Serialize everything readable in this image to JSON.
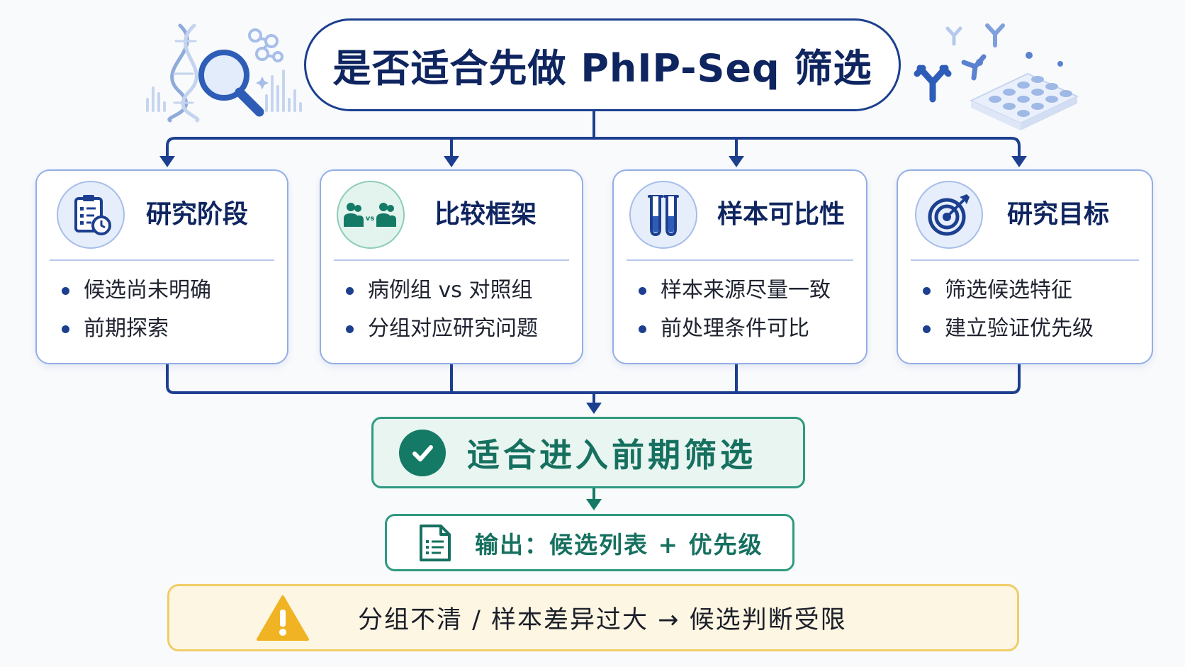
{
  "title": "是否适合先做 PhIP-Seq 筛选",
  "decoration_icons": {
    "left": [
      "dna-icon",
      "magnifier-icon",
      "molecule-icon",
      "bar-signal-icon"
    ],
    "right": [
      "antibody-icon",
      "microarray-plate-icon"
    ]
  },
  "cards": [
    {
      "title": "研究阶段",
      "icon": "clipboard-clock-icon",
      "bullets": [
        "候选尚未明确",
        "前期探索"
      ]
    },
    {
      "title": "比较框架",
      "icon": "groups-vs-icon",
      "vs_label": "vs",
      "bullets": [
        "病例组 vs 对照组",
        "分组对应研究问题"
      ]
    },
    {
      "title": "样本可比性",
      "icon": "test-tubes-icon",
      "bullets": [
        "样本来源尽量一致",
        "前处理条件可比"
      ]
    },
    {
      "title": "研究目标",
      "icon": "target-icon",
      "bullets": [
        "筛选候选特征",
        "建立验证优先级"
      ]
    }
  ],
  "result": {
    "icon": "check-circle-icon",
    "text": "适合进入前期筛选"
  },
  "output": {
    "icon": "document-icon",
    "text": "输出：候选列表 + 优先级"
  },
  "warning": {
    "icon": "warning-triangle-icon",
    "text": "分组不清 / 样本差异过大 → 候选判断受限"
  },
  "colors": {
    "navy": "#1c3f8f",
    "teal": "#16705f",
    "warning": "#f0b323",
    "card_border": "#93aee6"
  }
}
